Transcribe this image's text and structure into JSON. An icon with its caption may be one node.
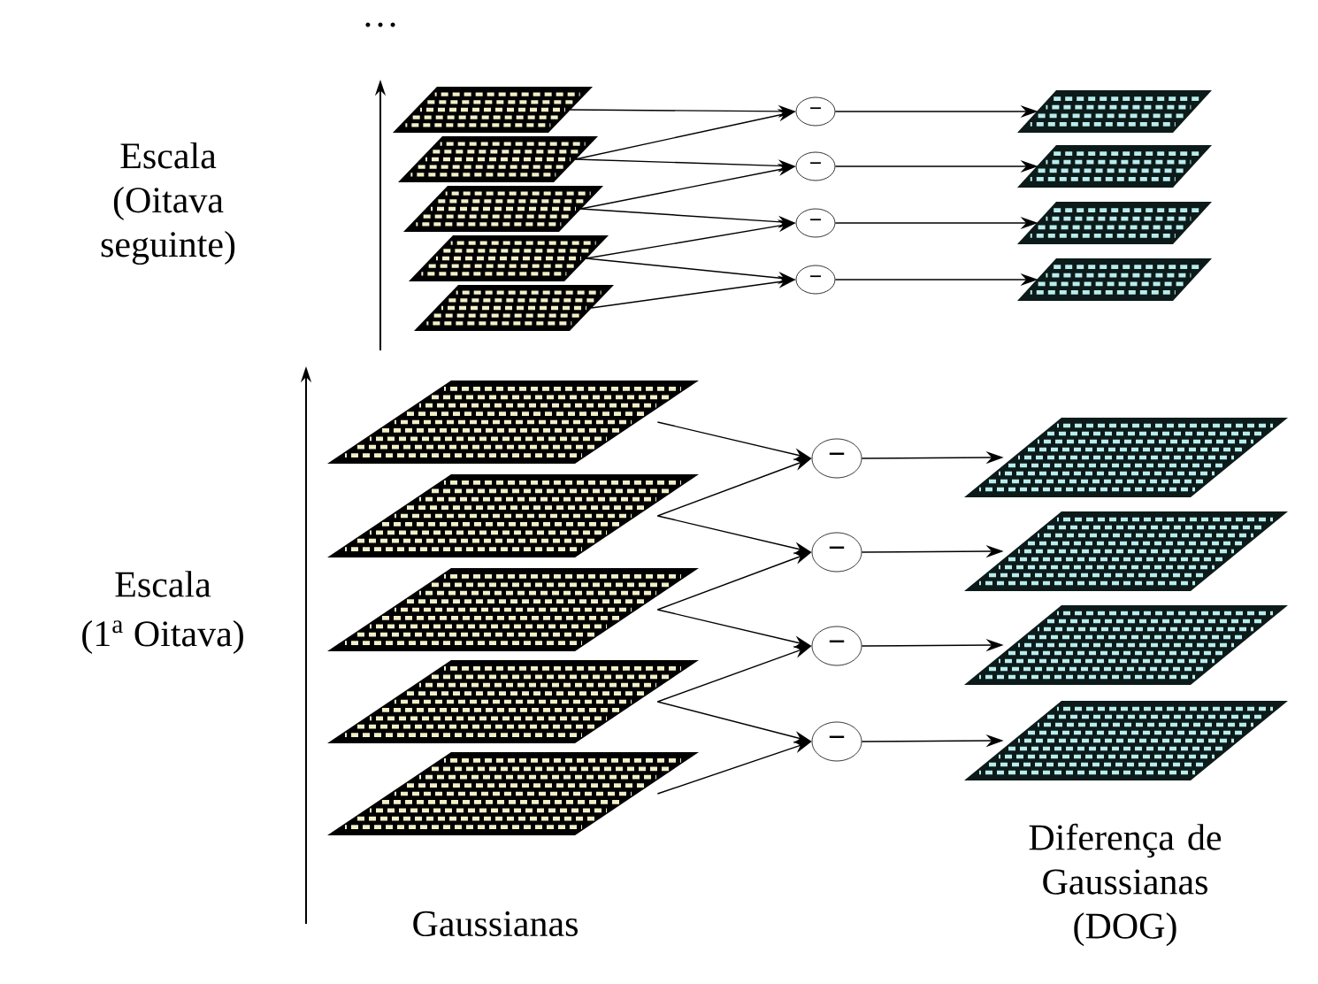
{
  "diagram": {
    "nodes": [
      {
        "text": [],
        "shape": "grid"
      },
      {
        "text": [],
        "shape": "grid"
      },
      {
        "text": [],
        "shape": "grid"
      },
      {
        "text": [],
        "shape": "grid"
      },
      {
        "text": [],
        "shape": "grid"
      },
      {
        "text": [
          "−"
        ]
      },
      {
        "text": [
          "−"
        ]
      },
      {
        "text": [
          "−"
        ]
      },
      {
        "text": [
          "−"
        ]
      },
      {
        "text": [],
        "shape": "grid"
      },
      {
        "text": [],
        "shape": "grid"
      },
      {
        "text": [],
        "shape": "grid"
      },
      {
        "text": [],
        "shape": "grid"
      },
      {
        "text": [],
        "shape": "grid"
      },
      {
        "text": [],
        "shape": "grid"
      },
      {
        "text": [],
        "shape": "grid"
      },
      {
        "text": [],
        "shape": "grid"
      },
      {
        "text": [],
        "shape": "grid"
      },
      {
        "text": [
          "−"
        ]
      },
      {
        "text": [
          "−"
        ]
      },
      {
        "text": [
          "−"
        ]
      },
      {
        "text": [
          "−"
        ]
      },
      {
        "text": [],
        "shape": "grid"
      },
      {
        "text": [],
        "shape": "grid"
      },
      {
        "text": [],
        "shape": "grid"
      },
      {
        "text": [],
        "shape": "grid"
      }
    ],
    "edges": [
      {
        "from": 0,
        "to": 5,
        "arrow": "to"
      },
      {
        "from": 1,
        "to": 5,
        "arrow": "to"
      },
      {
        "from": 1,
        "to": 6,
        "arrow": "to"
      },
      {
        "from": 2,
        "to": 6,
        "arrow": "to"
      },
      {
        "from": 2,
        "to": 7,
        "arrow": "to"
      },
      {
        "from": 3,
        "to": 7,
        "arrow": "to"
      },
      {
        "from": 3,
        "to": 8,
        "arrow": "to"
      },
      {
        "from": 4,
        "to": 8,
        "arrow": "to"
      },
      {
        "from": 5,
        "to": 9,
        "arrow": "to"
      },
      {
        "from": 6,
        "to": 10,
        "arrow": "to"
      },
      {
        "from": 7,
        "to": 11,
        "arrow": "to"
      },
      {
        "from": 8,
        "to": 12,
        "arrow": "to"
      },
      {
        "from": 13,
        "to": 18,
        "arrow": "to"
      },
      {
        "from": 14,
        "to": 18,
        "arrow": "to"
      },
      {
        "from": 14,
        "to": 19,
        "arrow": "to"
      },
      {
        "from": 15,
        "to": 19,
        "arrow": "to"
      },
      {
        "from": 15,
        "to": 20,
        "arrow": "to"
      },
      {
        "from": 16,
        "to": 20,
        "arrow": "to"
      },
      {
        "from": 16,
        "to": 21,
        "arrow": "to"
      },
      {
        "from": 17,
        "to": 21,
        "arrow": "to"
      },
      {
        "from": 18,
        "to": 22,
        "arrow": "to"
      },
      {
        "from": 19,
        "to": 23,
        "arrow": "to"
      },
      {
        "from": 20,
        "to": 24,
        "arrow": "to"
      },
      {
        "from": 21,
        "to": 25,
        "arrow": "to"
      }
    ],
    "labels": [
      "…",
      "Escala (Oitava seguinte)",
      "Escala",
      "(1$^{a}$ Oitava)",
      "Gaussianas",
      "Diferença de Gaussianas (DOG)"
    ]
  }
}
